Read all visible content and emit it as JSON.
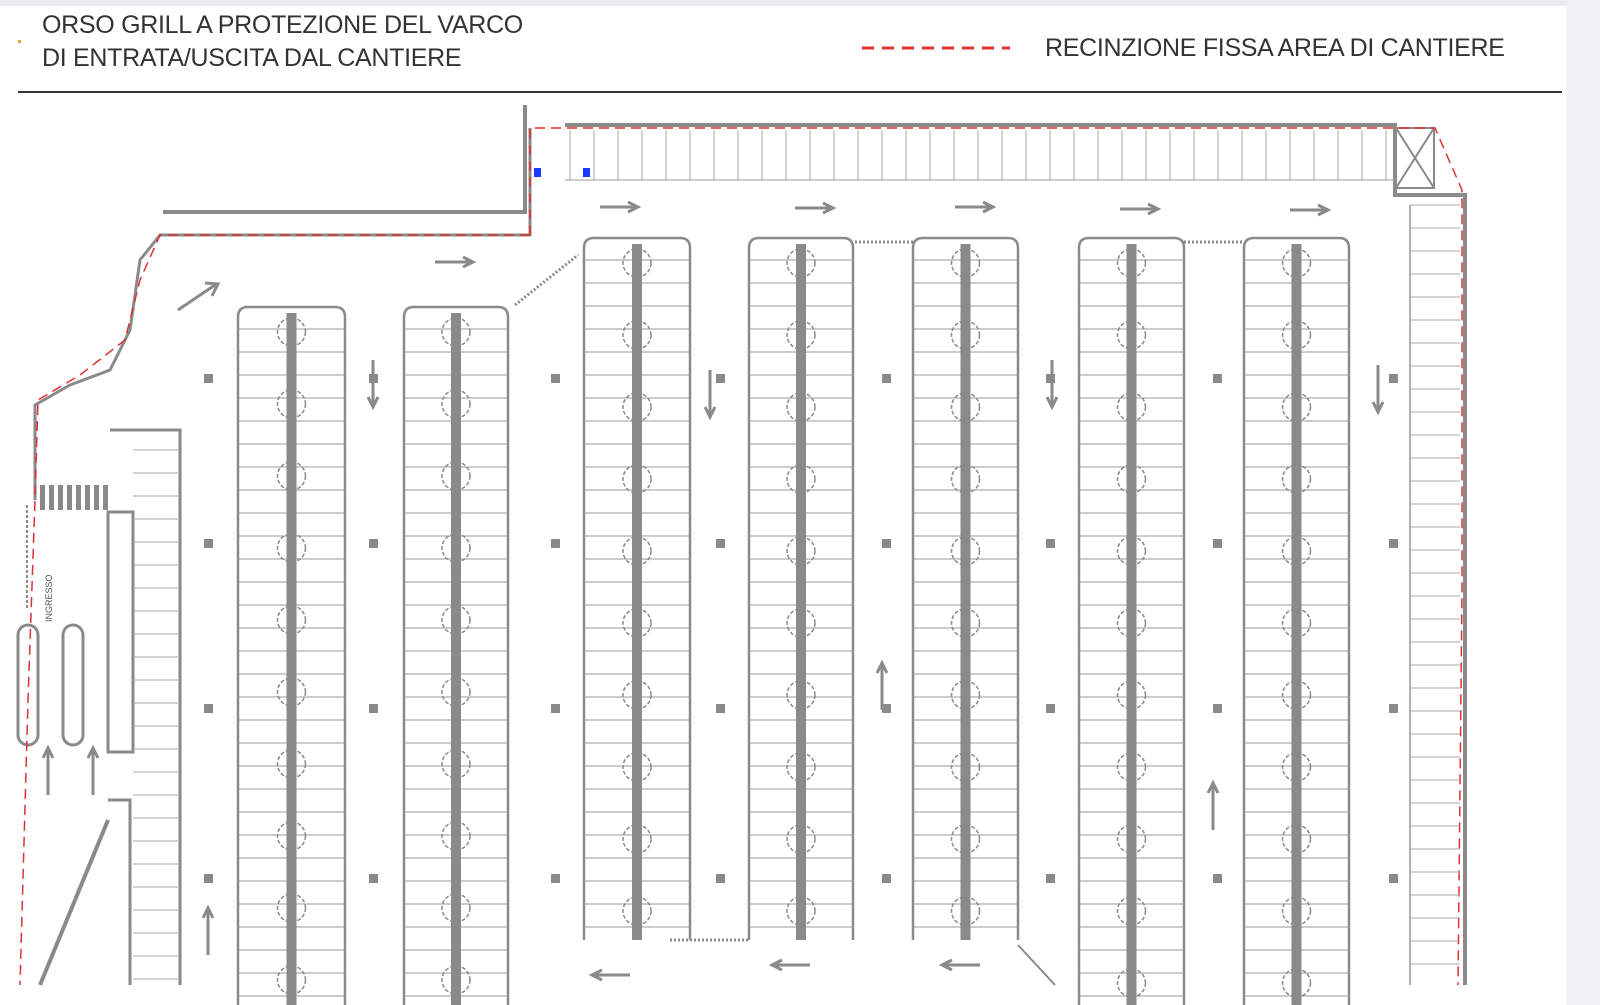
{
  "legend": {
    "orso_grill_line1": "ORSO GRILL A PROTEZIONE DEL VARCO",
    "orso_grill_line2": "DI ENTRATA/USCITA DAL CANTIERE",
    "fence_label": "RECINZIONE FISSA AREA DI CANTIERE"
  },
  "plan": {
    "entrance_label": "INGRESSO"
  },
  "colors": {
    "fence": "#e03030",
    "drawing": "#8a8a8a",
    "grill": "#1a3cff",
    "text": "#333333"
  }
}
